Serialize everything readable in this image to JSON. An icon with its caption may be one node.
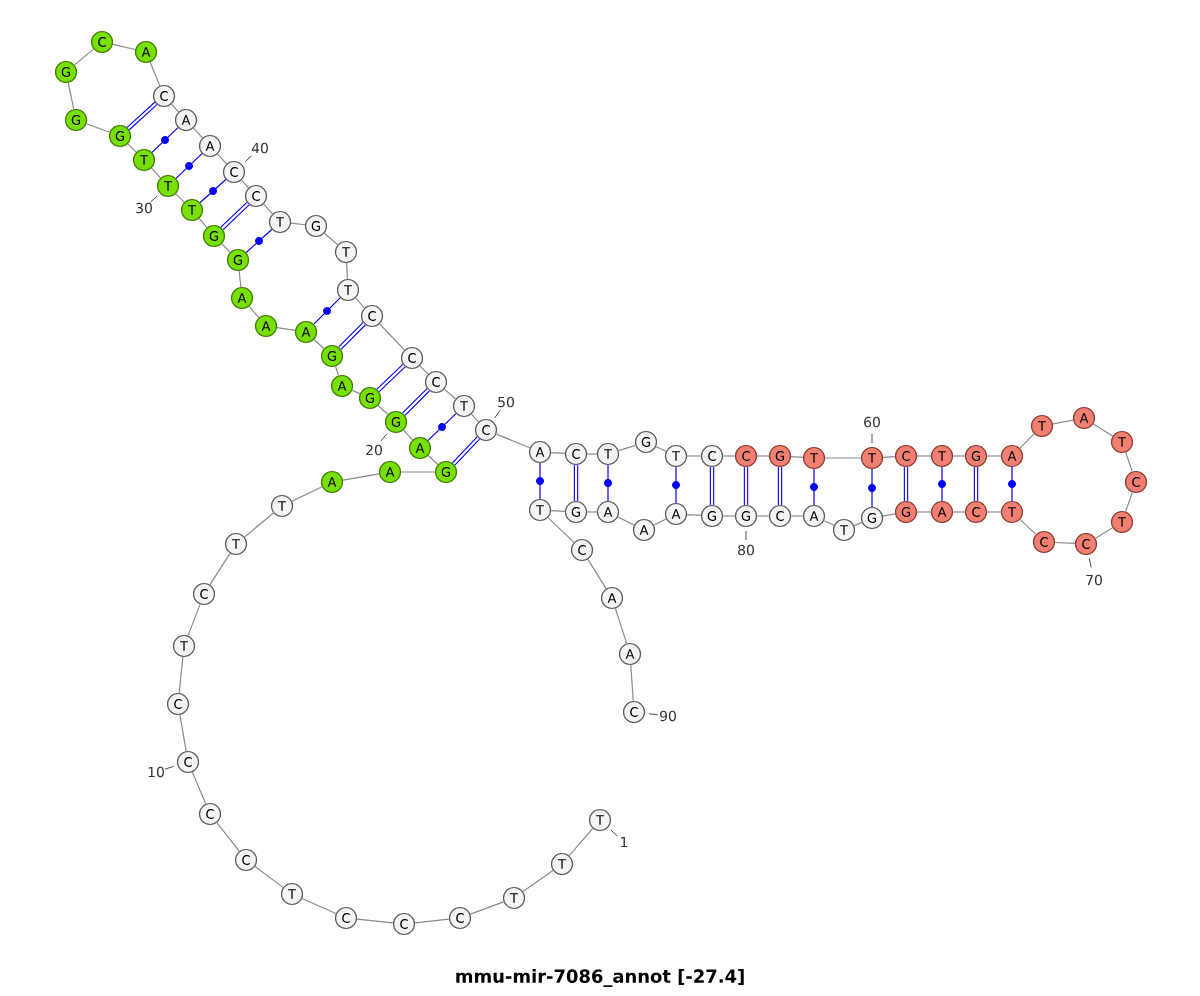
{
  "diagram": {
    "caption": "mmu-mir-7086_annot [-27.4]",
    "nodes": [
      {
        "text": [
          "T"
        ]
      },
      {
        "text": [
          "T"
        ]
      },
      {
        "text": [
          "T"
        ]
      },
      {
        "text": [
          "C"
        ]
      },
      {
        "text": [
          "C"
        ]
      },
      {
        "text": [
          "C"
        ]
      },
      {
        "text": [
          "T"
        ]
      },
      {
        "text": [
          "C"
        ]
      },
      {
        "text": [
          "C"
        ]
      },
      {
        "text": [
          "C"
        ]
      },
      {
        "text": [
          "C"
        ]
      },
      {
        "text": [
          "T"
        ]
      },
      {
        "text": [
          "C"
        ]
      },
      {
        "text": [
          "T"
        ]
      },
      {
        "text": [
          "T"
        ]
      },
      {
        "text": [
          "A"
        ]
      },
      {
        "text": [
          "A"
        ]
      },
      {
        "text": [
          "G"
        ]
      },
      {
        "text": [
          "A"
        ]
      },
      {
        "text": [
          "G"
        ]
      },
      {
        "text": [
          "G"
        ]
      },
      {
        "text": [
          "A"
        ]
      },
      {
        "text": [
          "G"
        ]
      },
      {
        "text": [
          "A"
        ]
      },
      {
        "text": [
          "A"
        ]
      },
      {
        "text": [
          "A"
        ]
      },
      {
        "text": [
          "G"
        ]
      },
      {
        "text": [
          "G"
        ]
      },
      {
        "text": [
          "T"
        ]
      },
      {
        "text": [
          "T"
        ]
      },
      {
        "text": [
          "T"
        ]
      },
      {
        "text": [
          "G"
        ]
      },
      {
        "text": [
          "G"
        ]
      },
      {
        "text": [
          "G"
        ]
      },
      {
        "text": [
          "C"
        ]
      },
      {
        "text": [
          "A"
        ]
      },
      {
        "text": [
          "C"
        ]
      },
      {
        "text": [
          "A"
        ]
      },
      {
        "text": [
          "A"
        ]
      },
      {
        "text": [
          "C"
        ]
      },
      {
        "text": [
          "C"
        ]
      },
      {
        "text": [
          "T"
        ]
      },
      {
        "text": [
          "G"
        ]
      },
      {
        "text": [
          "T"
        ]
      },
      {
        "text": [
          "T"
        ]
      },
      {
        "text": [
          "C"
        ]
      },
      {
        "text": [
          "C"
        ]
      },
      {
        "text": [
          "C"
        ]
      },
      {
        "text": [
          "T"
        ]
      },
      {
        "text": [
          "C"
        ]
      },
      {
        "text": [
          "A"
        ]
      },
      {
        "text": [
          "C"
        ]
      },
      {
        "text": [
          "T"
        ]
      },
      {
        "text": [
          "G"
        ]
      },
      {
        "text": [
          "T"
        ]
      },
      {
        "text": [
          "C"
        ]
      },
      {
        "text": [
          "C"
        ]
      },
      {
        "text": [
          "G"
        ]
      },
      {
        "text": [
          "T"
        ]
      },
      {
        "text": [
          "T"
        ]
      },
      {
        "text": [
          "C"
        ]
      },
      {
        "text": [
          "T"
        ]
      },
      {
        "text": [
          "G"
        ]
      },
      {
        "text": [
          "A"
        ]
      },
      {
        "text": [
          "T"
        ]
      },
      {
        "text": [
          "A"
        ]
      },
      {
        "text": [
          "T"
        ]
      },
      {
        "text": [
          "C"
        ]
      },
      {
        "text": [
          "T"
        ]
      },
      {
        "text": [
          "C"
        ]
      },
      {
        "text": [
          "C"
        ]
      },
      {
        "text": [
          "T"
        ]
      },
      {
        "text": [
          "C"
        ]
      },
      {
        "text": [
          "A"
        ]
      },
      {
        "text": [
          "G"
        ]
      },
      {
        "text": [
          "G"
        ]
      },
      {
        "text": [
          "T"
        ]
      },
      {
        "text": [
          "A"
        ]
      },
      {
        "text": [
          "C"
        ]
      },
      {
        "text": [
          "G"
        ]
      },
      {
        "text": [
          "G"
        ]
      },
      {
        "text": [
          "A"
        ]
      },
      {
        "text": [
          "A"
        ]
      },
      {
        "text": [
          "A"
        ]
      },
      {
        "text": [
          "G"
        ]
      },
      {
        "text": [
          "T"
        ]
      },
      {
        "text": [
          "C"
        ]
      },
      {
        "text": [
          "A"
        ]
      },
      {
        "text": [
          "A"
        ]
      },
      {
        "text": [
          "C"
        ]
      }
    ],
    "edges": [
      {
        "from": 0,
        "to": 1,
        "arrow": "none"
      },
      {
        "from": 1,
        "to": 2,
        "arrow": "none"
      },
      {
        "from": 2,
        "to": 3,
        "arrow": "none"
      },
      {
        "from": 3,
        "to": 4,
        "arrow": "none"
      },
      {
        "from": 4,
        "to": 5,
        "arrow": "none"
      },
      {
        "from": 5,
        "to": 6,
        "arrow": "none"
      },
      {
        "from": 6,
        "to": 7,
        "arrow": "none"
      },
      {
        "from": 7,
        "to": 8,
        "arrow": "none"
      },
      {
        "from": 8,
        "to": 9,
        "arrow": "none"
      },
      {
        "from": 9,
        "to": 10,
        "arrow": "none"
      },
      {
        "from": 10,
        "to": 11,
        "arrow": "none"
      },
      {
        "from": 11,
        "to": 12,
        "arrow": "none"
      },
      {
        "from": 12,
        "to": 13,
        "arrow": "none"
      },
      {
        "from": 13,
        "to": 14,
        "arrow": "none"
      },
      {
        "from": 14,
        "to": 15,
        "arrow": "none"
      },
      {
        "from": 15,
        "to": 16,
        "arrow": "none"
      },
      {
        "from": 16,
        "to": 17,
        "arrow": "none"
      },
      {
        "from": 17,
        "to": 18,
        "arrow": "none"
      },
      {
        "from": 18,
        "to": 19,
        "arrow": "none"
      },
      {
        "from": 19,
        "to": 20,
        "arrow": "none"
      },
      {
        "from": 20,
        "to": 21,
        "arrow": "none"
      },
      {
        "from": 21,
        "to": 22,
        "arrow": "none"
      },
      {
        "from": 22,
        "to": 23,
        "arrow": "none"
      },
      {
        "from": 23,
        "to": 24,
        "arrow": "none"
      },
      {
        "from": 24,
        "to": 25,
        "arrow": "none"
      },
      {
        "from": 25,
        "to": 26,
        "arrow": "none"
      },
      {
        "from": 26,
        "to": 27,
        "arrow": "none"
      },
      {
        "from": 27,
        "to": 28,
        "arrow": "none"
      },
      {
        "from": 28,
        "to": 29,
        "arrow": "none"
      },
      {
        "from": 29,
        "to": 30,
        "arrow": "none"
      },
      {
        "from": 30,
        "to": 31,
        "arrow": "none"
      },
      {
        "from": 31,
        "to": 32,
        "arrow": "none"
      },
      {
        "from": 32,
        "to": 33,
        "arrow": "none"
      },
      {
        "from": 33,
        "to": 34,
        "arrow": "none"
      },
      {
        "from": 34,
        "to": 35,
        "arrow": "none"
      },
      {
        "from": 35,
        "to": 36,
        "arrow": "none"
      },
      {
        "from": 36,
        "to": 37,
        "arrow": "none"
      },
      {
        "from": 37,
        "to": 38,
        "arrow": "none"
      },
      {
        "from": 38,
        "to": 39,
        "arrow": "none"
      },
      {
        "from": 39,
        "to": 40,
        "arrow": "none"
      },
      {
        "from": 40,
        "to": 41,
        "arrow": "none"
      },
      {
        "from": 41,
        "to": 42,
        "arrow": "none"
      },
      {
        "from": 42,
        "to": 43,
        "arrow": "none"
      },
      {
        "from": 43,
        "to": 44,
        "arrow": "none"
      },
      {
        "from": 44,
        "to": 45,
        "arrow": "none"
      },
      {
        "from": 45,
        "to": 46,
        "arrow": "none"
      },
      {
        "from": 46,
        "to": 47,
        "arrow": "none"
      },
      {
        "from": 47,
        "to": 48,
        "arrow": "none"
      },
      {
        "from": 48,
        "to": 49,
        "arrow": "none"
      },
      {
        "from": 49,
        "to": 50,
        "arrow": "none"
      },
      {
        "from": 50,
        "to": 51,
        "arrow": "none"
      },
      {
        "from": 51,
        "to": 52,
        "arrow": "none"
      },
      {
        "from": 52,
        "to": 53,
        "arrow": "none"
      },
      {
        "from": 53,
        "to": 54,
        "arrow": "none"
      },
      {
        "from": 54,
        "to": 55,
        "arrow": "none"
      },
      {
        "from": 55,
        "to": 56,
        "arrow": "none"
      },
      {
        "from": 56,
        "to": 57,
        "arrow": "none"
      },
      {
        "from": 57,
        "to": 58,
        "arrow": "none"
      },
      {
        "from": 58,
        "to": 59,
        "arrow": "none"
      },
      {
        "from": 59,
        "to": 60,
        "arrow": "none"
      },
      {
        "from": 60,
        "to": 61,
        "arrow": "none"
      },
      {
        "from": 61,
        "to": 62,
        "arrow": "none"
      },
      {
        "from": 62,
        "to": 63,
        "arrow": "none"
      },
      {
        "from": 63,
        "to": 64,
        "arrow": "none"
      },
      {
        "from": 64,
        "to": 65,
        "arrow": "none"
      },
      {
        "from": 65,
        "to": 66,
        "arrow": "none"
      },
      {
        "from": 66,
        "to": 67,
        "arrow": "none"
      },
      {
        "from": 67,
        "to": 68,
        "arrow": "none"
      },
      {
        "from": 68,
        "to": 69,
        "arrow": "none"
      },
      {
        "from": 69,
        "to": 70,
        "arrow": "none"
      },
      {
        "from": 70,
        "to": 71,
        "arrow": "none"
      },
      {
        "from": 71,
        "to": 72,
        "arrow": "none"
      },
      {
        "from": 72,
        "to": 73,
        "arrow": "none"
      },
      {
        "from": 73,
        "to": 74,
        "arrow": "none"
      },
      {
        "from": 74,
        "to": 75,
        "arrow": "none"
      },
      {
        "from": 75,
        "to": 76,
        "arrow": "none"
      },
      {
        "from": 76,
        "to": 77,
        "arrow": "none"
      },
      {
        "from": 77,
        "to": 78,
        "arrow": "none"
      },
      {
        "from": 78,
        "to": 79,
        "arrow": "none"
      },
      {
        "from": 79,
        "to": 80,
        "arrow": "none"
      },
      {
        "from": 80,
        "to": 81,
        "arrow": "none"
      },
      {
        "from": 81,
        "to": 82,
        "arrow": "none"
      },
      {
        "from": 82,
        "to": 83,
        "arrow": "none"
      },
      {
        "from": 83,
        "to": 84,
        "arrow": "none"
      },
      {
        "from": 84,
        "to": 85,
        "arrow": "none"
      },
      {
        "from": 85,
        "to": 86,
        "arrow": "none"
      },
      {
        "from": 86,
        "to": 87,
        "arrow": "none"
      },
      {
        "from": 87,
        "to": 88,
        "arrow": "none"
      },
      {
        "from": 88,
        "to": 89,
        "arrow": "none"
      },
      {
        "from": 31,
        "to": 36,
        "arrow": "none",
        "style": "thick",
        "color": "#0000ff"
      },
      {
        "from": 30,
        "to": 37,
        "arrow": "none",
        "color": "#0000ff"
      },
      {
        "from": 29,
        "to": 38,
        "arrow": "none",
        "color": "#0000ff"
      },
      {
        "from": 28,
        "to": 39,
        "arrow": "none",
        "color": "#0000ff"
      },
      {
        "from": 27,
        "to": 40,
        "arrow": "none",
        "style": "thick",
        "color": "#0000ff"
      },
      {
        "from": 26,
        "to": 41,
        "arrow": "none",
        "color": "#0000ff"
      },
      {
        "from": 23,
        "to": 44,
        "arrow": "none",
        "color": "#0000ff"
      },
      {
        "from": 22,
        "to": 45,
        "arrow": "none",
        "style": "thick",
        "color": "#0000ff"
      },
      {
        "from": 20,
        "to": 46,
        "arrow": "none",
        "style": "thick",
        "color": "#0000ff"
      },
      {
        "from": 19,
        "to": 47,
        "arrow": "none",
        "style": "thick",
        "color": "#0000ff"
      },
      {
        "from": 18,
        "to": 48,
        "arrow": "none",
        "color": "#0000ff"
      },
      {
        "from": 17,
        "to": 49,
        "arrow": "none",
        "style": "thick",
        "color": "#0000ff"
      },
      {
        "from": 50,
        "to": 85,
        "arrow": "none",
        "color": "#0000ff"
      },
      {
        "from": 51,
        "to": 84,
        "arrow": "none",
        "style": "thick",
        "color": "#0000ff"
      },
      {
        "from": 52,
        "to": 83,
        "arrow": "none",
        "color": "#0000ff"
      },
      {
        "from": 54,
        "to": 81,
        "arrow": "none",
        "color": "#0000ff"
      },
      {
        "from": 55,
        "to": 80,
        "arrow": "none",
        "style": "thick",
        "color": "#0000ff"
      },
      {
        "from": 56,
        "to": 79,
        "arrow": "none",
        "style": "thick",
        "color": "#0000ff"
      },
      {
        "from": 57,
        "to": 78,
        "arrow": "none",
        "style": "thick",
        "color": "#0000ff"
      },
      {
        "from": 58,
        "to": 77,
        "arrow": "none",
        "color": "#0000ff"
      },
      {
        "from": 59,
        "to": 75,
        "arrow": "none",
        "color": "#0000ff"
      },
      {
        "from": 60,
        "to": 74,
        "arrow": "none",
        "style": "thick",
        "color": "#0000ff"
      },
      {
        "from": 61,
        "to": 73,
        "arrow": "none",
        "color": "#0000ff"
      },
      {
        "from": 62,
        "to": 72,
        "arrow": "none",
        "style": "thick",
        "color": "#0000ff"
      },
      {
        "from": 63,
        "to": 71,
        "arrow": "none",
        "color": "#0000ff"
      }
    ],
    "labels": [
      "40",
      "30",
      "50",
      "60",
      "20",
      "80",
      "70",
      "90",
      "10",
      "1"
    ]
  }
}
